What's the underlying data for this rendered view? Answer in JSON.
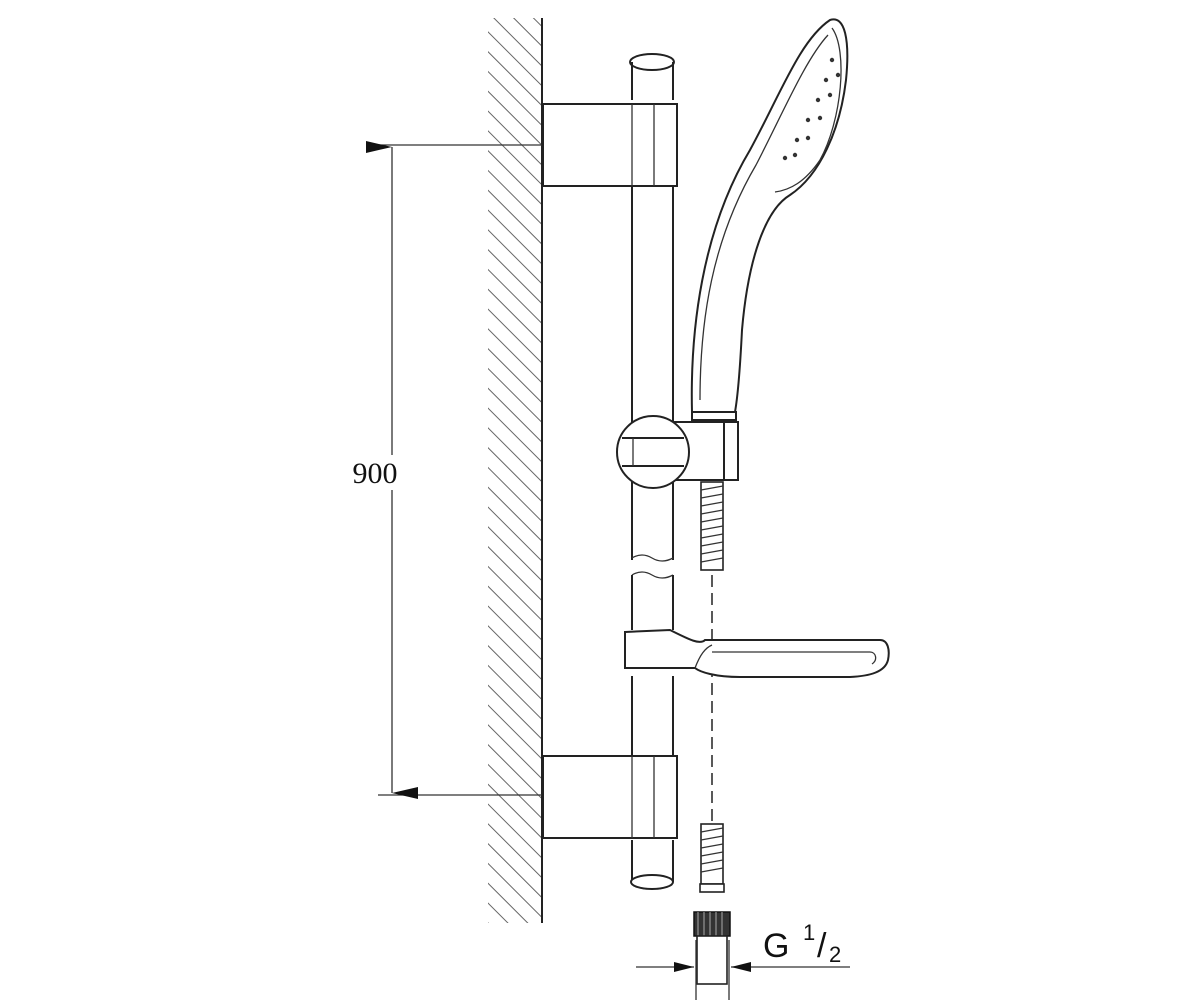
{
  "diagram": {
    "dimension_label": "900",
    "connection_label": {
      "prefix": "G",
      "fraction_numerator": "1",
      "fraction_denominator": "2"
    }
  },
  "colors": {
    "line": "#222222",
    "hatch": "#555555",
    "background": "#ffffff"
  }
}
